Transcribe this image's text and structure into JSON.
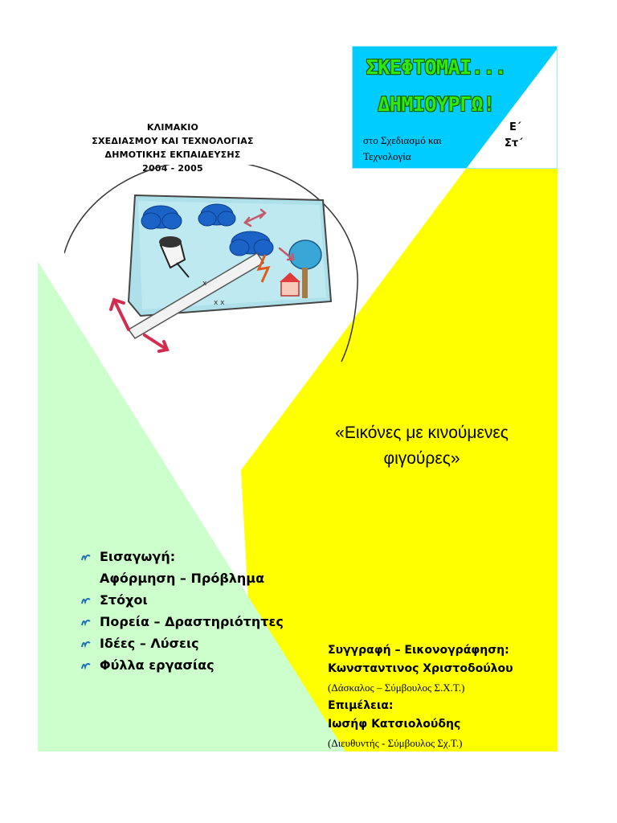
{
  "header": {
    "institution_lines": [
      "ΚΛΙΜΑΚΙΟ",
      "ΣΧΕΔΙΑΣΜΟΥ ΚΑΙ ΤΕΧΝΟΛΟΓΙΑΣ",
      "ΔΗΜΟΤΙΚΗΣ ΕΚΠΑΙΔΕΥΣΗΣ",
      "2004 - 2005"
    ]
  },
  "badge": {
    "brand_line1": "ΣΚΕΦΤΟΜΑΙ...",
    "brand_line2": "ΔΗΜΙΟΥΡΓΩ!",
    "subtitle_line1": "στο Σχεδιασμό και",
    "subtitle_line2": "Τεχνολογία",
    "grade_line1": "Ε΄",
    "grade_line2": "Στ΄",
    "background_color": "#00ccff",
    "brand_color": "#2ee80f"
  },
  "main_title": {
    "line1": "«Εικόνες με κινούμενες",
    "line2": "φιγούρες»"
  },
  "contents": {
    "items": [
      {
        "label": "Εισαγωγή:",
        "continuation": "Αφόρμηση – Πρόβλημα"
      },
      {
        "label": "Στόχοι"
      },
      {
        "label": "Πορεία – Δραστηριότητες"
      },
      {
        "label": "Ιδέες – Λύσεις"
      },
      {
        "label": "Φύλλα εργασίας"
      }
    ]
  },
  "credits": {
    "authorship_label": "Συγγραφή – Εικονογράφηση:",
    "author_name": "Κωνσταντινος Χριστοδούλου",
    "author_role": "(Δάσκαλος – Σύμβουλος Σ.Χ.Τ.)",
    "editing_label": "Επιμέλεια:",
    "editor_name": "Ιωσήφ Κατσιολούδης",
    "editor_role": "(Διευθυντής  - Σύμβουλος Σχ.Τ.)"
  },
  "colors": {
    "yellow_panel": "#ffff00",
    "green_panel": "#ccffcc",
    "bullet_icon": "#1f6fb5"
  },
  "icons": {
    "bullet": "squiggle-bullet-icon"
  }
}
